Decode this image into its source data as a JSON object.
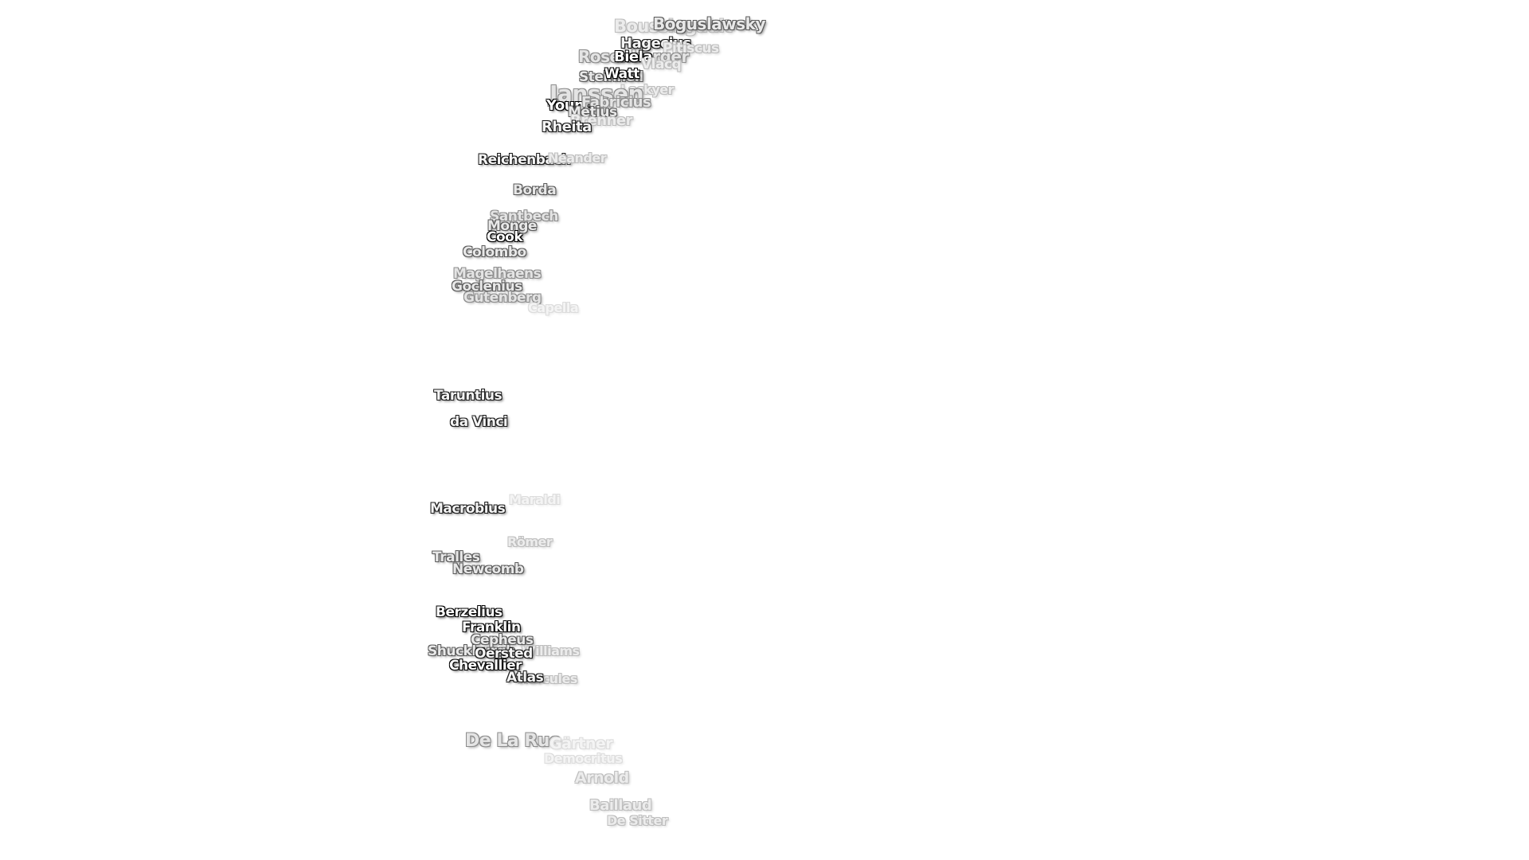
{
  "craters": [
    {
      "name": "Boussingault",
      "tone": 4
    },
    {
      "name": "Boguslawsky",
      "tone": 2
    },
    {
      "name": "Hagecius",
      "tone": 1
    },
    {
      "name": "Pitiscus",
      "tone": 4
    },
    {
      "name": "Rosenberger",
      "tone": 3
    },
    {
      "name": "Biela",
      "tone": 0
    },
    {
      "name": "Vlacq",
      "tone": 4
    },
    {
      "name": "Steinheil",
      "tone": 2
    },
    {
      "name": "Watt",
      "tone": 0
    },
    {
      "name": "Lockyer",
      "tone": 4
    },
    {
      "name": "Janssen",
      "tone": 3
    },
    {
      "name": "Young",
      "tone": 0
    },
    {
      "name": "Fabricius",
      "tone": 3
    },
    {
      "name": "Metius",
      "tone": 2
    },
    {
      "name": "Brenner",
      "tone": 4
    },
    {
      "name": "Rheita",
      "tone": 1
    },
    {
      "name": "Reichenbach",
      "tone": 1
    },
    {
      "name": "Neander",
      "tone": 4
    },
    {
      "name": "Borda",
      "tone": 2
    },
    {
      "name": "Santbech",
      "tone": 3
    },
    {
      "name": "Monge",
      "tone": 2
    },
    {
      "name": "Cook",
      "tone": 0
    },
    {
      "name": "Colombo",
      "tone": 2
    },
    {
      "name": "Magelhaens",
      "tone": 3
    },
    {
      "name": "Goclenius",
      "tone": 2
    },
    {
      "name": "Gutenberg",
      "tone": 3
    },
    {
      "name": "Capella",
      "tone": 5
    },
    {
      "name": "Taruntius",
      "tone": 1
    },
    {
      "name": "da Vinci",
      "tone": 1
    },
    {
      "name": "Maraldi",
      "tone": 5
    },
    {
      "name": "Macrobius",
      "tone": 1
    },
    {
      "name": "Römer",
      "tone": 4
    },
    {
      "name": "Tralles",
      "tone": 2
    },
    {
      "name": "Newcomb",
      "tone": 2
    },
    {
      "name": "Berzelius",
      "tone": 0
    },
    {
      "name": "Franklin",
      "tone": 0
    },
    {
      "name": "Cepheus",
      "tone": 2
    },
    {
      "name": "Williams",
      "tone": 4
    },
    {
      "name": "Shuckburgh",
      "tone": 2
    },
    {
      "name": "Oersted",
      "tone": 1
    },
    {
      "name": "Chevallier",
      "tone": 0
    },
    {
      "name": "Hercules",
      "tone": 4
    },
    {
      "name": "Atlas",
      "tone": 1
    },
    {
      "name": "De La Rue",
      "tone": 3
    },
    {
      "name": "Gärtner",
      "tone": 5
    },
    {
      "name": "Democritus",
      "tone": 5
    },
    {
      "name": "Arnold",
      "tone": 4
    },
    {
      "name": "Baillaud",
      "tone": 4
    },
    {
      "name": "De Sitter",
      "tone": 4
    }
  ]
}
